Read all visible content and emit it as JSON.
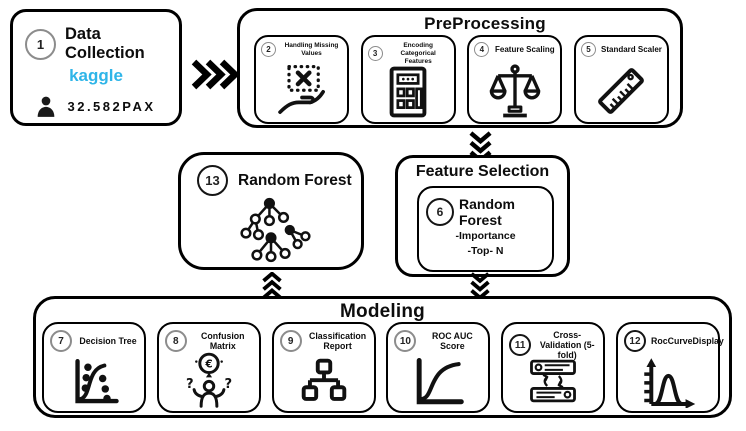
{
  "palette": {
    "ink": "#000000",
    "kaggle_blue": "#2fb5e8",
    "badge_gray": "#8c8c8c",
    "badge_dark": "#151515"
  },
  "data_collection": {
    "number": "1",
    "title": "Data Collection",
    "source_label": "kaggle",
    "records_label": "32.582PAX",
    "icons": [
      "person-icon"
    ]
  },
  "preprocessing": {
    "title": "PreProcessing",
    "steps": [
      {
        "number": "2",
        "label": "Handling Missing Values",
        "icon": "missing-values-icon"
      },
      {
        "number": "3",
        "label": "Encoding Categorical Features",
        "icon": "calculator-icon"
      },
      {
        "number": "4",
        "label": "Feature Scaling",
        "icon": "balance-scale-icon"
      },
      {
        "number": "5",
        "label": "Standard Scaler",
        "icon": "ruler-icon"
      }
    ]
  },
  "random_forest_box": {
    "number": "13",
    "title": "Random Forest",
    "icon": "tree-network-icon"
  },
  "feature_selection": {
    "title": "Feature Selection",
    "method": {
      "number": "6",
      "title": "Random Forest",
      "detail_lines": [
        "-Importance",
        "-Top- N"
      ]
    }
  },
  "modeling": {
    "title": "Modeling",
    "steps": [
      {
        "number": "7",
        "label": "Decision Tree",
        "icon": "decision-tree-icon"
      },
      {
        "number": "8",
        "label": "Confusion Matrix",
        "icon": "confused-person-icon"
      },
      {
        "number": "9",
        "label": "Classification Report",
        "icon": "hierarchy-icon"
      },
      {
        "number": "10",
        "label": "ROC AUC Score",
        "icon": "roc-curve-icon"
      },
      {
        "number": "11",
        "label": "Cross-Validation (5-fold)",
        "icon": "shuffle-rows-icon"
      },
      {
        "number": "12",
        "label": "RocCurveDisplay",
        "icon": "distribution-curve-icon"
      }
    ]
  }
}
